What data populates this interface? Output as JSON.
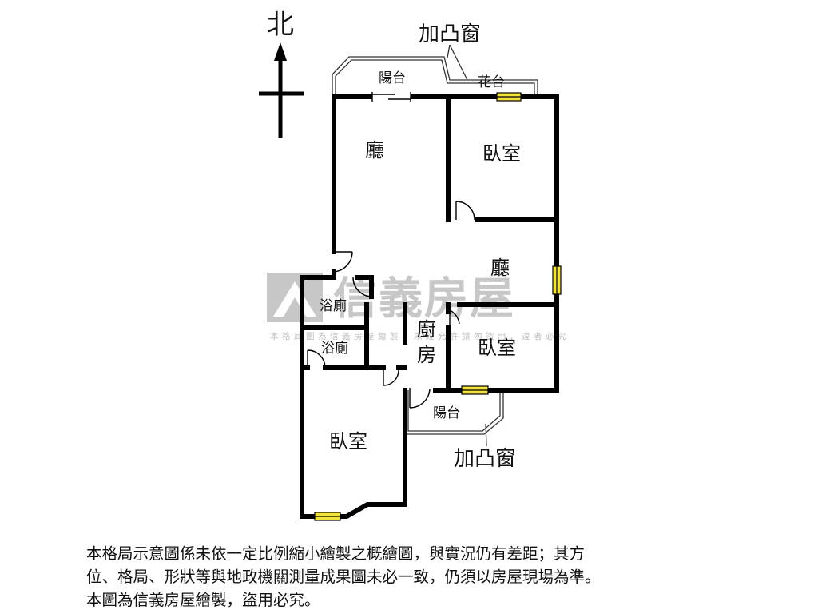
{
  "compass": {
    "north_label": "北"
  },
  "annotations": {
    "bay_window_top": "加凸窗",
    "bay_window_bottom": "加凸窗"
  },
  "rooms": {
    "balcony_north": "陽台",
    "planter": "花台",
    "living_room": "廳",
    "bedroom_ne": "臥室",
    "dining_hall": "廳",
    "bath_upper": "浴廁",
    "bath_lower": "浴廁",
    "kitchen": "廚房",
    "bedroom_se": "臥室",
    "balcony_south": "陽台",
    "bedroom_sw": "臥室"
  },
  "watermark": {
    "brand": "信義房屋",
    "notice": "本格局圖為信義房屋繪製，未經允許請勿盜用，違者必究"
  },
  "disclaimer": {
    "line1": "本格局示意圖係未依一定比例縮小繪製之概繪圖，與實況仍有差距；其方",
    "line2": "位、格局、形狀等與地政機關測量成果圖未必一致，仍須以房屋現場為準。",
    "line3": "本圖為信義房屋繪製，盜用必究。"
  },
  "colors": {
    "wall": "#000000",
    "window": "#f2e33a",
    "watermark": "#bfbfbf"
  }
}
